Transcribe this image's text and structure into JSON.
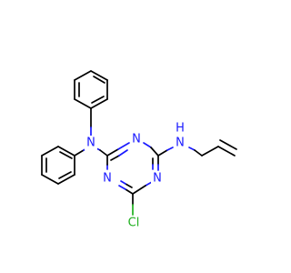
{
  "molecule": {
    "atoms": {
      "n_amine": {
        "label": "N",
        "color": "#1a1aff"
      },
      "n_ring_top": {
        "label": "N",
        "color": "#1a1aff"
      },
      "n_ring_left": {
        "label": "N",
        "color": "#1a1aff"
      },
      "n_ring_right": {
        "label": "N",
        "color": "#1a1aff"
      },
      "nh_label": {
        "label": "H",
        "color": "#1a1aff"
      },
      "nh_n": {
        "label": "N",
        "color": "#1a1aff"
      },
      "cl": {
        "label": "Cl",
        "color": "#1fb01f"
      }
    }
  }
}
